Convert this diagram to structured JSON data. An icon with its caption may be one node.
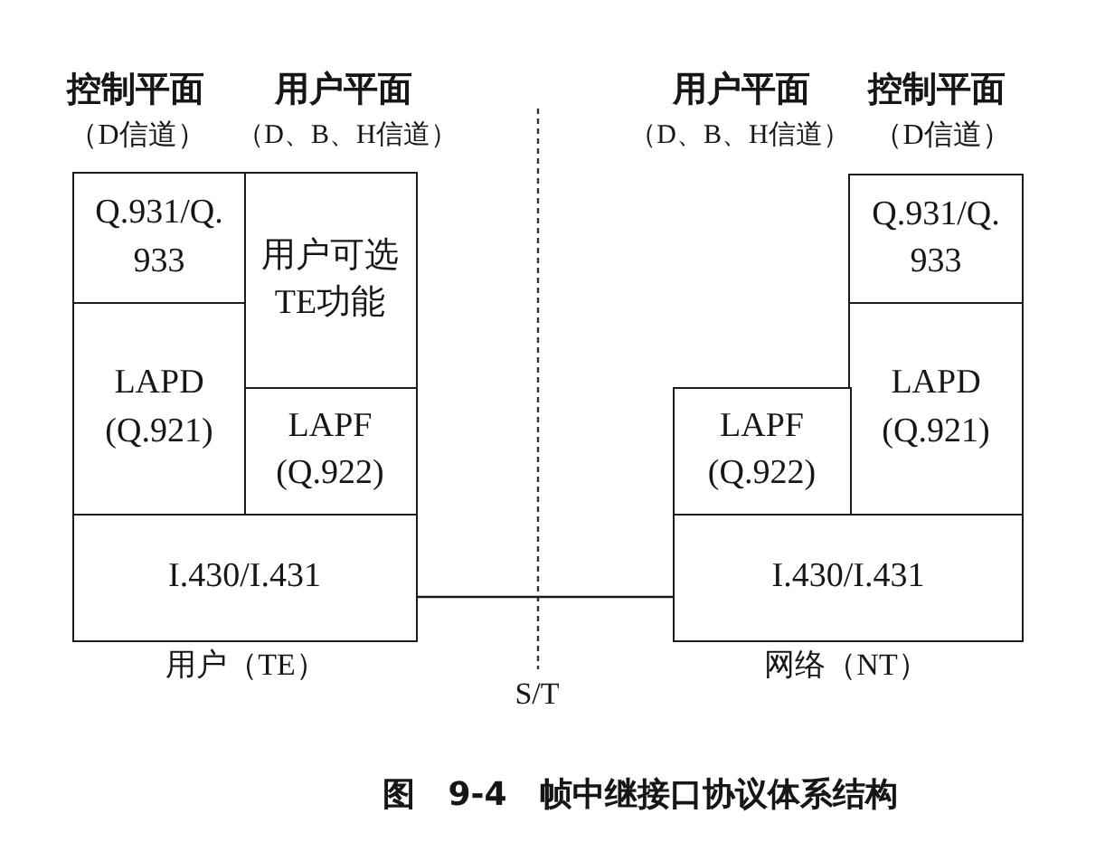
{
  "diagram": {
    "caption": "图 9-4 帧中继接口协议体系结构",
    "nodes": [
      {
        "text": [
          "Q.931/Q.933"
        ]
      },
      {
        "text": [
          "用户可选TE功能"
        ]
      },
      {
        "text": [
          "LAPD (Q.921)"
        ]
      },
      {
        "text": [
          "LAPF (Q.922)"
        ]
      },
      {
        "text": [
          "I.430/I.431"
        ]
      },
      {
        "text": [
          "Q.931/Q.933"
        ]
      },
      {
        "text": [
          "LAPD (Q.921)"
        ]
      },
      {
        "text": [
          "LAPF (Q.922)"
        ]
      },
      {
        "text": [
          "I.430/I.431"
        ]
      }
    ],
    "edges": [
      {
        "from": 4,
        "to": 8,
        "arrow": "none"
      }
    ],
    "labels": [
      "控制平面",
      "用户平面",
      "用户平面",
      "控制平面",
      "（D信道）",
      "（D、B、H信道）",
      "（D、B、H信道）",
      "（D信道）",
      "用户（TE）",
      "S/T",
      "网络（NT）"
    ]
  }
}
